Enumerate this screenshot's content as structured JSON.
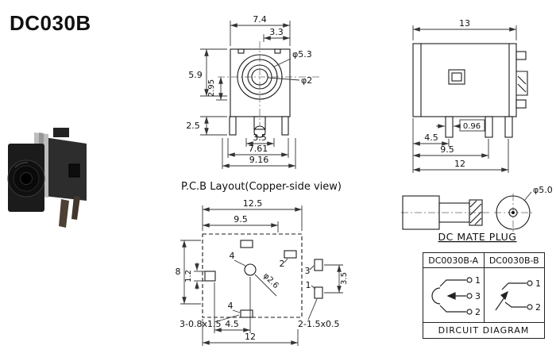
{
  "title": "DC030B",
  "colors": {
    "line": "#1b1b1b",
    "paper": "#ffffff"
  },
  "front_view": {
    "dim_width": "7.4",
    "dim_width_partial": "3.3",
    "dia_barrel": "φ5.3",
    "dia_center_pin": "φ2",
    "dim_height": "5.9",
    "dim_center_height": "2.95",
    "dim_pin_length": "2.5",
    "dim_pin_pitch_inner": "3.5",
    "dim_pin_pitch_mid": "7.61",
    "dim_pin_pitch_outer": "9.16"
  },
  "side_view": {
    "dim_length": "13",
    "dim_pin_thickness": "0.96",
    "dim_pin1_offset": "4.5",
    "dim_pin2_offset": "9.5",
    "dim_pin3_offset": "12"
  },
  "pcb_layout": {
    "caption": "P.C.B Layout(Copper-side view)",
    "dim_overall_width": "12.5",
    "dim_inner_width": "9.5",
    "dim_slot_gap": "1.2",
    "dim_height": "8",
    "dim_right_pitch": "3.5",
    "dim_center_offset": "4.5",
    "dim_bottom_width": "12",
    "dia_center_hole": "φ2.6",
    "pad4_top_label": "4",
    "pad2_label": "2",
    "pad3_label": "3",
    "pad1_label": "1",
    "pad4_bottom_label": "4",
    "note_shield_slots": "3-0.8x1.5",
    "note_pin_slots": "2-1.5x0.5"
  },
  "mate_plug": {
    "caption": "DC MATE PLUG",
    "dia_plug": "φ5.0"
  },
  "circuit": {
    "header_a": "DC0030B-A",
    "header_b": "DC0030B-B",
    "caption": "DIRCUIT DIAGRAM",
    "a_pins": {
      "p1": "1",
      "p3": "3",
      "p2": "2"
    },
    "b_pins": {
      "p1": "1",
      "p2": "2"
    }
  }
}
